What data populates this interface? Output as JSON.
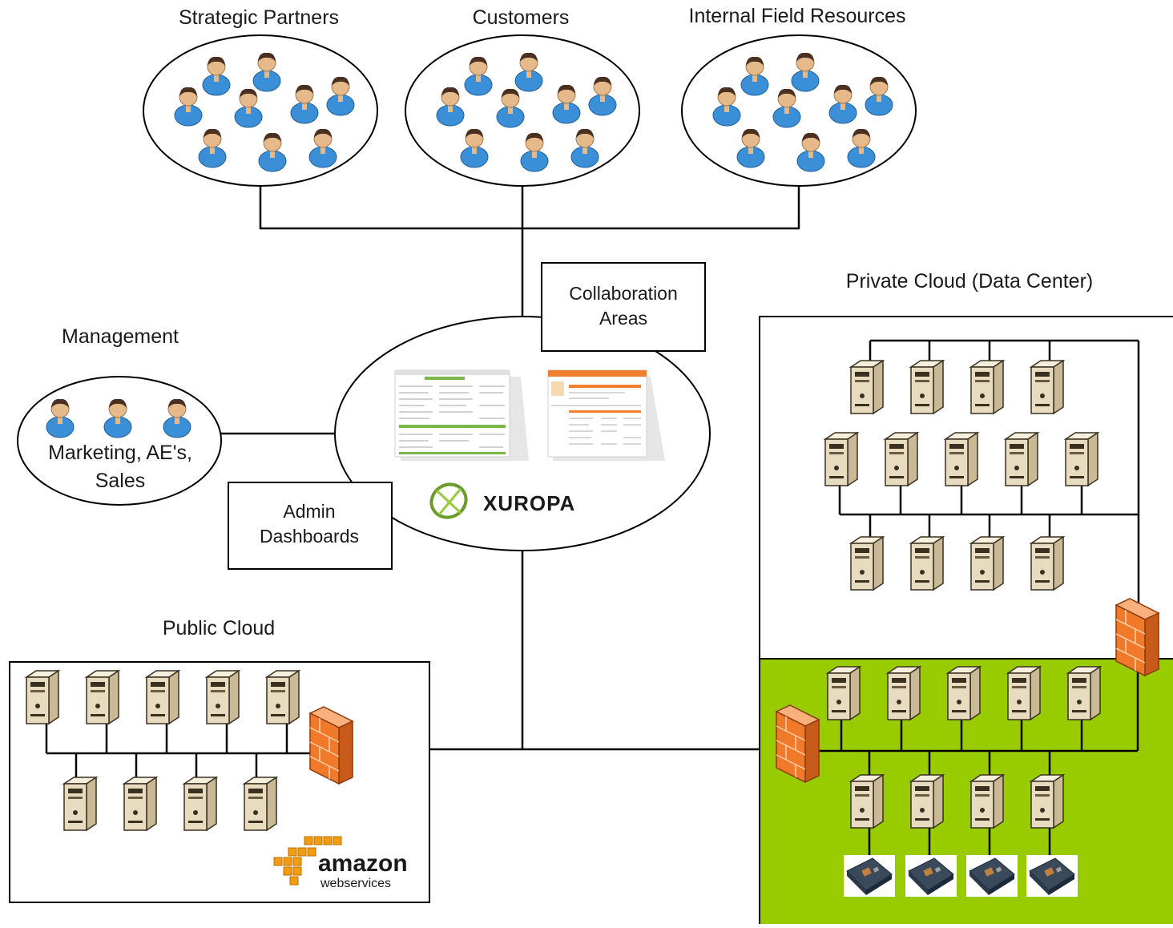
{
  "labels": {
    "strategic_partners": "Strategic Partners",
    "customers": "Customers",
    "internal_field_resources": "Internal Field Resources",
    "management": "Management",
    "management_group_line1": "Marketing, AE's,",
    "management_group_line2": "Sales",
    "collaboration_line1": "Collaboration",
    "collaboration_line2": "Areas",
    "admin_line1": "Admin",
    "admin_line2": "Dashboards",
    "private_cloud": "Private Cloud (Data Center)",
    "public_cloud": "Public Cloud",
    "xuropa_logo": "XUROPA",
    "amazon_logo_line1": "amazon",
    "amazon_logo_line2": "webservices"
  },
  "colors": {
    "line": "#000000",
    "person_shirt": "#3a8fd6",
    "person_skin": "#e6b98a",
    "server_body": "#e8dcc0",
    "firewall": "#f07a2a",
    "data_center_green": "#99cc00",
    "amazon_orange": "#f39c12"
  },
  "icons": {
    "person": "person-icon",
    "server": "server-icon",
    "firewall": "firewall-icon",
    "circuit_board": "circuit-board-icon",
    "screenshot": "screenshot-thumbnail-icon"
  }
}
